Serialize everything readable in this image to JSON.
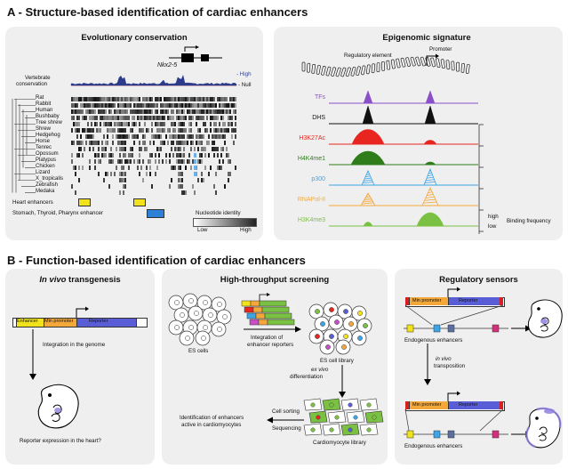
{
  "section_a": {
    "title": "A - Structure-based identification of cardiac enhancers",
    "evo": {
      "title": "Evolutionary conservation",
      "gene": "Nkx2-5",
      "track_label_1": "Vertebrate",
      "track_label_2": "conservation",
      "high": "- High",
      "null": "- Null",
      "species": [
        "Rat",
        "Rabbit",
        "Human",
        "Bushbaby",
        "Tree shrew",
        "Shrew",
        "Hedgehog",
        "Horse",
        "Tenrec",
        "Opossum",
        "Platypus",
        "Chicken",
        "Lizard",
        "X_tropicalis",
        "Zebrafish",
        "Medaka"
      ],
      "legend_heart": "Heart enhancers",
      "legend_stomach": "Stomach, Thyroid, Pharynx enhancer",
      "identity_title": "Nucleotide identity",
      "identity_low": "Low",
      "identity_high": "High",
      "colors": {
        "heart": "#f2e21c",
        "stomach": "#2e7fd6"
      }
    },
    "epi": {
      "title": "Epigenomic signature",
      "regulatory_element": "Regulatory element",
      "promoter": "Promoter",
      "tracks": [
        {
          "name": "TFs",
          "color": "#8a4fc9"
        },
        {
          "name": "DHS",
          "color": "#111111"
        },
        {
          "name": "H3K27Ac",
          "color": "#e8251f"
        },
        {
          "name": "H4K4me1",
          "color": "#2e7d1a"
        },
        {
          "name": "p300",
          "color": "#3da5e6"
        },
        {
          "name": "RNAPol-II",
          "color": "#f4a83a"
        },
        {
          "name": "H3K4me3",
          "color": "#7ac143"
        }
      ],
      "high": "high",
      "low": "low",
      "binding_frequency": "Binding frequency"
    }
  },
  "section_b": {
    "title": "B - Function-based identification of cardiac enhancers",
    "transgenesis": {
      "title_italic": "In vivo",
      "title_rest": " transgenesis",
      "enhancer": "Enhancer",
      "min_promoter": "Min promoter",
      "reporter": "Reporter",
      "integration": "Integration in the genome",
      "question": "Reporter expression in the heart?"
    },
    "hts": {
      "title": "High-throughput screening",
      "es_cells": "ES cells",
      "integration_1": "Integration of",
      "integration_2": "enhancer reporters",
      "es_library": "ES cell library",
      "ex_vivo": "ex vivo",
      "differentiation": "differentiation",
      "cell_sorting": "Cell sorting",
      "sequencing": "Sequencing",
      "identification_1": "Identification of enhancers",
      "identification_2": "active in cardiomyocytes",
      "cardio_library": "Cardiomyocyte library"
    },
    "sensors": {
      "title": "Regulatory sensors",
      "min_promoter": "Min promoter",
      "reporter": "Reporter",
      "endogenous_1": "Endogenous enhancers",
      "in_vivo": "in vivo",
      "transposition": "transposition",
      "endogenous_2": "Endogenous enhancers"
    }
  }
}
